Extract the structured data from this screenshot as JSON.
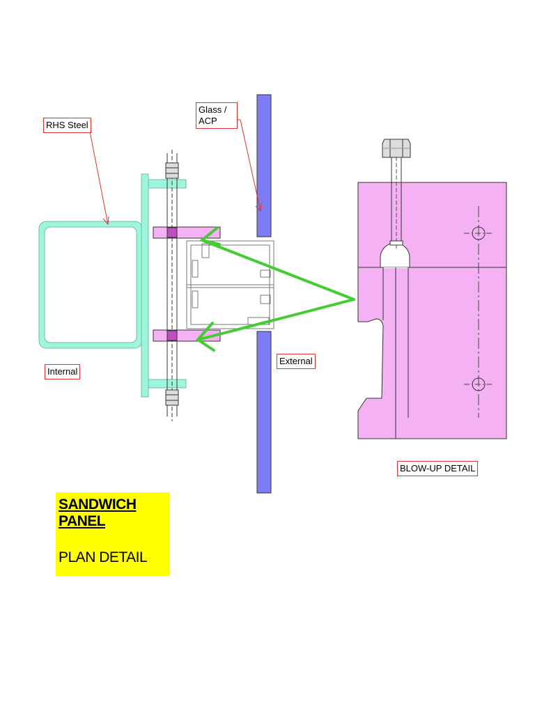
{
  "labels": {
    "rhs_steel": "RHS Steel",
    "glass_acp": "Glass /\nACP",
    "internal": "Internal",
    "external": "External",
    "blow_up": "BLOW-UP DETAIL"
  },
  "title": {
    "main": "SANDWICH PANEL",
    "sub": "PLAN DETAIL"
  },
  "colors": {
    "rhs": "#9ff5dc",
    "glass": "#7c7cf4",
    "clamp": "#f4b2f4",
    "arrow": "#44cc33",
    "leader": "#e03030",
    "title_bg": "#ffff00"
  }
}
